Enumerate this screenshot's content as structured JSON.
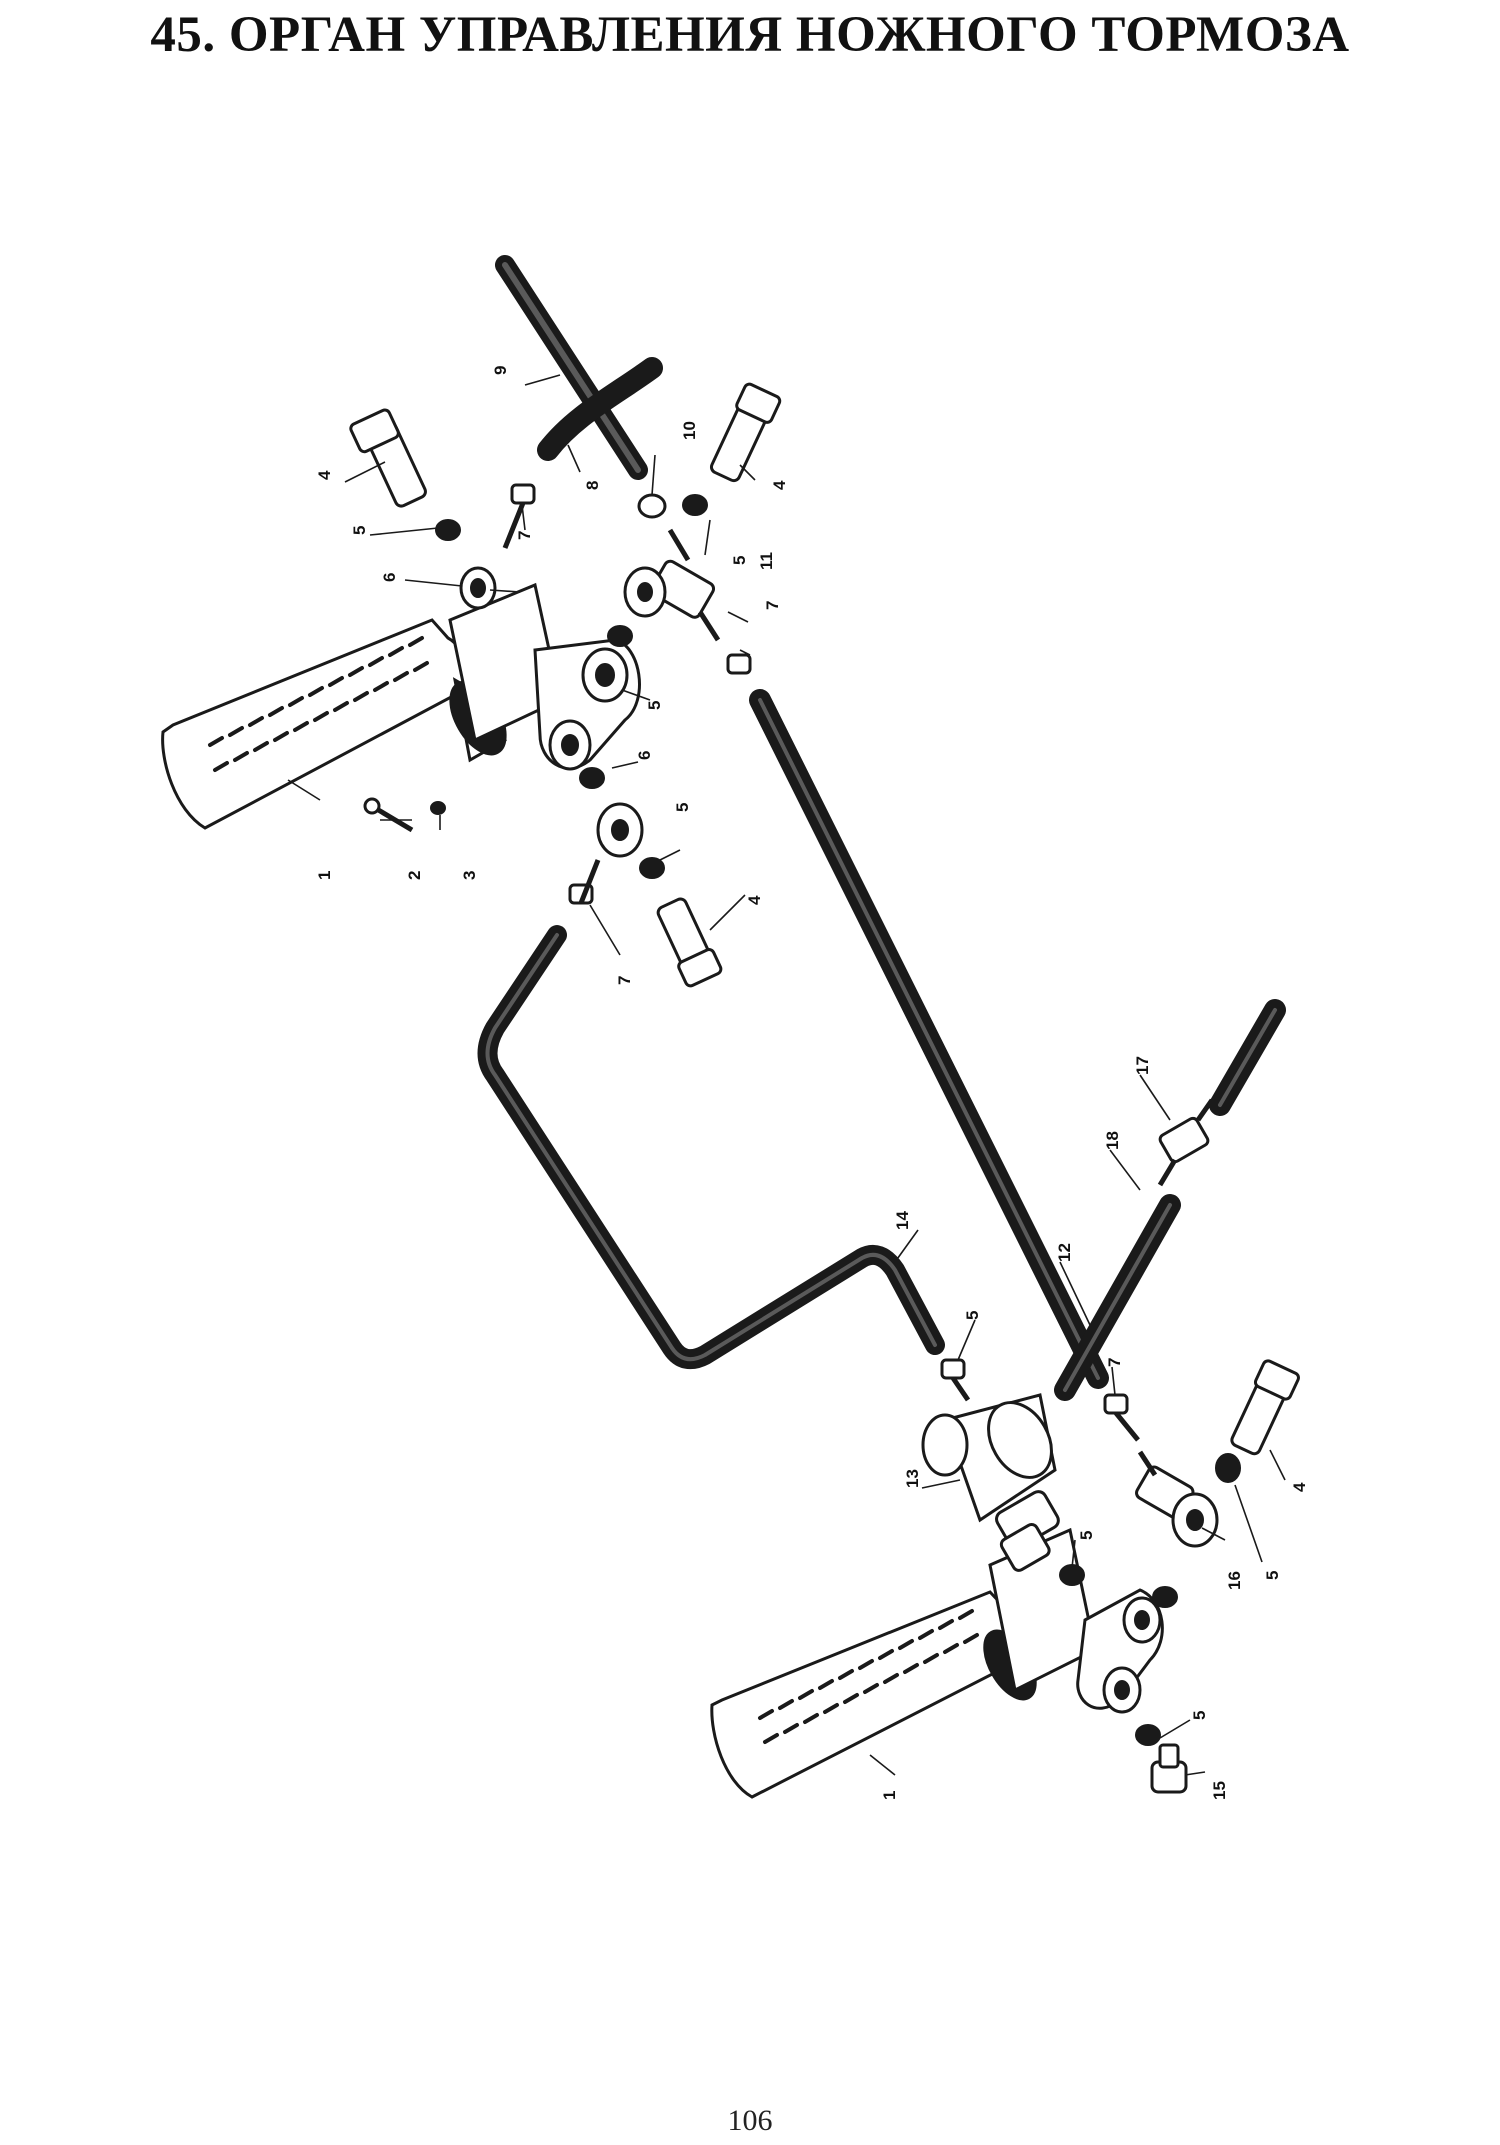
{
  "header": {
    "title": "45. ОРГАН УПРАВЛЕНИЯ НОЖНОГО ТОРМОЗА"
  },
  "footer": {
    "page_number": "106"
  },
  "callouts": {
    "top_pedal": [
      "1",
      "2",
      "3",
      "4",
      "5",
      "6",
      "7",
      "8",
      "9",
      "10",
      "11"
    ],
    "bottom_pedal": [
      "1",
      "4",
      "5",
      "7",
      "12",
      "13",
      "14",
      "15",
      "16",
      "17",
      "18"
    ]
  }
}
